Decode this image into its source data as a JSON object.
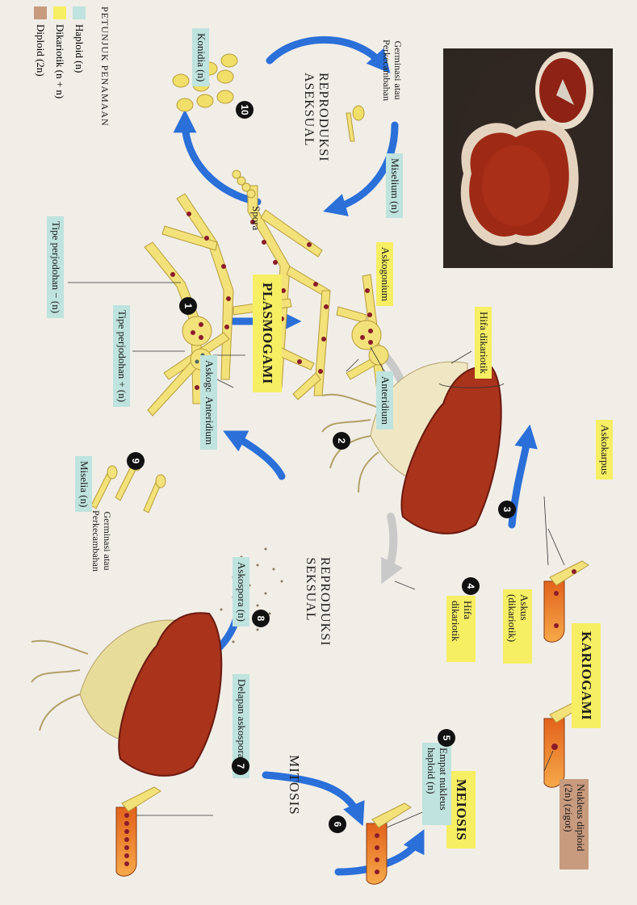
{
  "stages": {
    "plasmogami": "PLASMOGAMI",
    "kariogami": "KARIOGAMI",
    "meiosis": "MEIOSIS",
    "mitosis": "MITOSIS",
    "reproduksi_aseksual": "REPRODUKSI ASEKSUAL",
    "reproduksi_seksual": "REPRODUKSI SEKSUAL"
  },
  "labels": {
    "germinasi_1": "Germinasi atau Perkecambahan",
    "miselium": "Miselium (n)",
    "spora": "Spora",
    "konidia": "Konidia (n)",
    "askogonium_top": "Askogonium",
    "askogonium_left": "Askogonium",
    "anteridium_top": "Anteridium",
    "anteridium_left": "Anteridium",
    "hifa_dikariotik_top": "Hifa dikariotik",
    "askokarpus": "Askokarpus",
    "tipe_minus": "Tipe perjodohan − (n)",
    "tipe_plus": "Tipe perjodohan + (n)",
    "miselia": "Miselia (n)",
    "germinasi_2": "Germinasi atau Perkecambahan",
    "askospora": "Askospora (n)",
    "delapan_askospora": "Delapan askospora (n)",
    "askus_dikariotik": "Askus (dikariotik)",
    "hifa_dikariotik_2": "Hifa dikariotik",
    "nukleus_diploid": "Nukleus diploid (2n) (zigot)",
    "empat_nukleus": "Empat nukleus haploid (n)"
  },
  "steps": [
    "1",
    "2",
    "3",
    "4",
    "5",
    "6",
    "7",
    "8",
    "9",
    "10"
  ],
  "legend": {
    "title": "PETUNJUK PENAMAAN",
    "items": [
      {
        "label": "Haploid (n)",
        "color": "#bfe3de"
      },
      {
        "label": "Dikariotik (n + n)",
        "color": "#f6ee63"
      },
      {
        "label": "Diploid (2n)",
        "color": "#c89b7f"
      }
    ]
  },
  "colors": {
    "hypha": "#f3e27a",
    "nucleus": "#8b1c2a",
    "ascocarp": "#b83a1c",
    "arrow_blue": "#2b6fd8",
    "arrow_gray": "#c9c9c9"
  }
}
